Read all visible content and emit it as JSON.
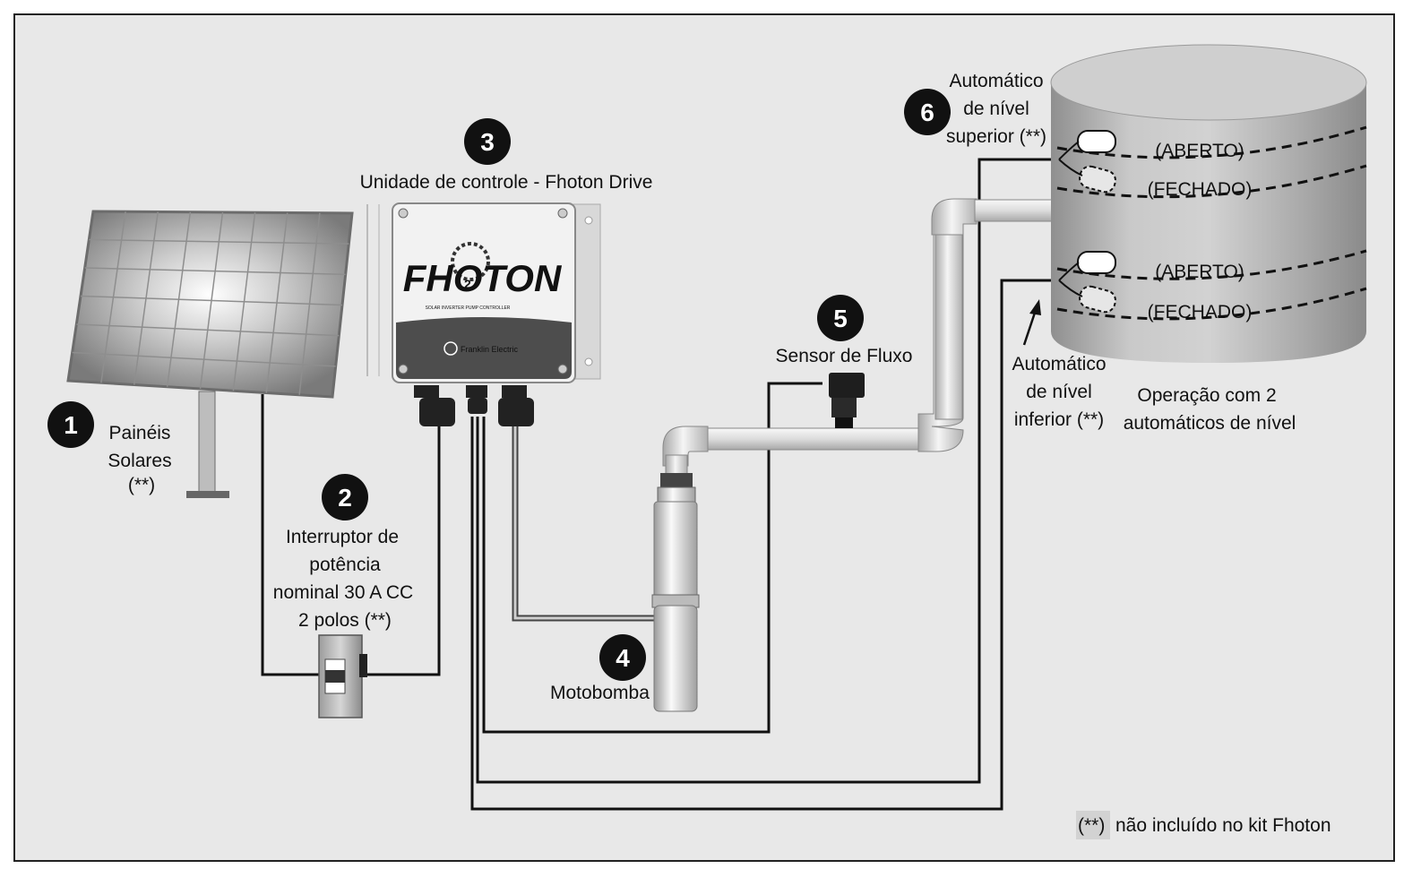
{
  "components": {
    "solar_panels": {
      "number": "1",
      "lines": [
        "Painéis",
        "Solares",
        "(**)"
      ]
    },
    "breaker": {
      "number": "2",
      "lines": [
        "Interruptor de",
        "potência",
        "nominal 30 A CC",
        "2 polos (**)"
      ]
    },
    "controller": {
      "number": "3",
      "title": "Unidade de controle - Fhoton Drive",
      "brand": "FHOTON",
      "brand_sub": "2",
      "subtitle": "SOLAR INVERTER PUMP CONTROLLER",
      "maker": "Franklin Electric"
    },
    "pump": {
      "number": "4",
      "label": "Motobomba"
    },
    "flow_sensor": {
      "number": "5",
      "label": "Sensor de Fluxo"
    },
    "upper_switch": {
      "number": "6",
      "lines": [
        "Automático",
        "de nível",
        "superior (**)"
      ]
    },
    "lower_switch": {
      "lines": [
        "Automático",
        "de nível",
        "inferior (**)"
      ]
    }
  },
  "tank": {
    "upper_open": "(ABERTO)",
    "upper_closed": "(FECHADO)",
    "lower_open": "(ABERTO)",
    "lower_closed": "(FECHADO)",
    "operation_lines": [
      "Operação com 2",
      "automáticos de nível"
    ]
  },
  "footnote": {
    "mark": "(**)",
    "text": "não incluído no kit Fhoton"
  },
  "colors": {
    "background": "#e8e8e8",
    "border": "#222222",
    "badge": "#111111",
    "wire": "#111111",
    "tank": "#b8b8b8"
  }
}
